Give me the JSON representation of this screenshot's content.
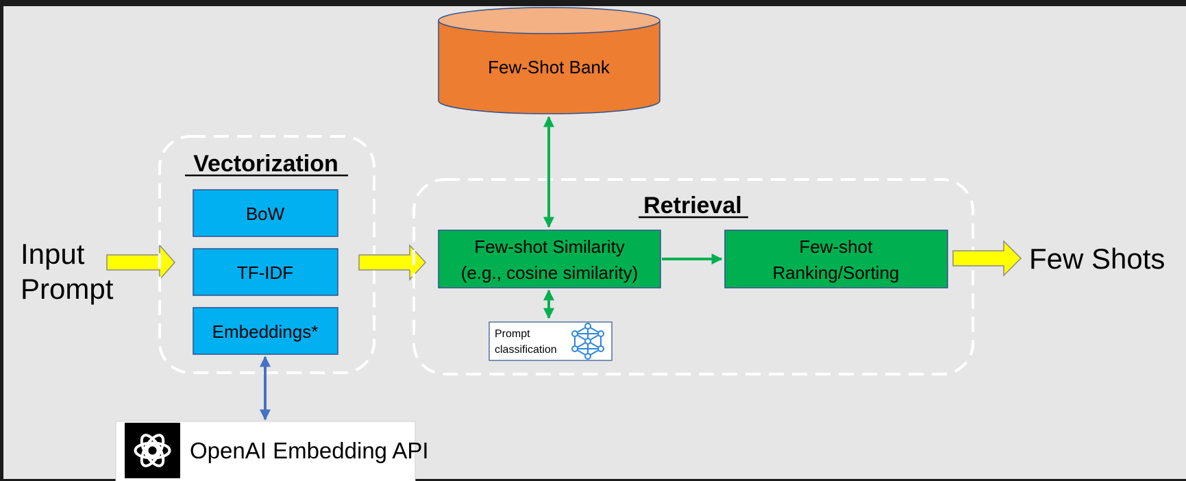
{
  "input": {
    "line1": "Input",
    "line2": "Prompt"
  },
  "vectorization": {
    "title": "Vectorization",
    "items": [
      "BoW",
      "TF-IDF",
      "Embeddings*"
    ]
  },
  "bank": {
    "label": "Few-Shot Bank"
  },
  "retrieval": {
    "title": "Retrieval",
    "similarity": {
      "line1": "Few-shot Similarity",
      "line2": "(e.g., cosine similarity)"
    },
    "ranking": {
      "line1": "Few-shot",
      "line2": "Ranking/Sorting"
    },
    "classification": {
      "line1": "Prompt",
      "line2": "classification"
    }
  },
  "output": {
    "label": "Few Shots"
  },
  "api": {
    "label": "OpenAI Embedding API"
  },
  "colors": {
    "background": "#e6e6e6",
    "frame": "#1b1b1b",
    "vector_box": "#00b0f0",
    "retrieval_box": "#00b050",
    "bank": "#ed7d31",
    "bank_top": "#f4b183",
    "arrow_fill": "#ffff00",
    "green_arrow": "#00b050",
    "blue_arrow": "#4472c4",
    "outline": "#2f528f"
  }
}
